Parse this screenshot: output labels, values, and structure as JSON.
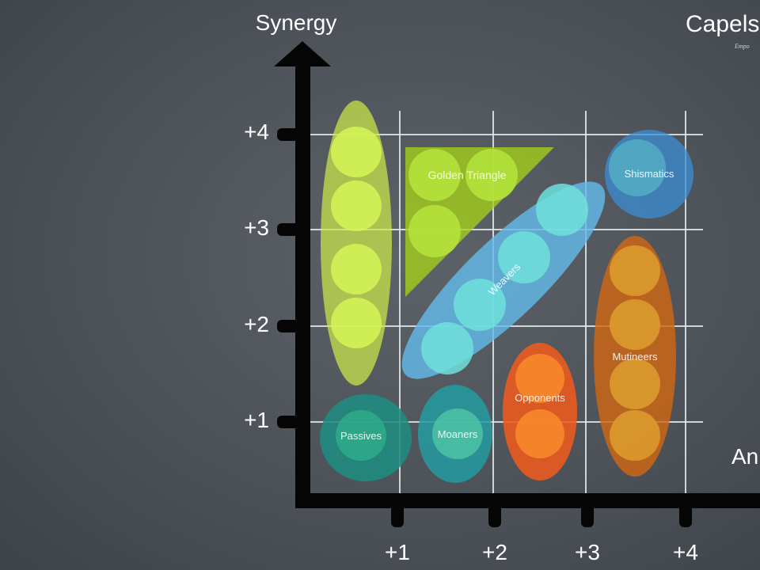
{
  "brand": {
    "title": "Capels",
    "subtitle": "Empo"
  },
  "axes": {
    "y_label": "Synergy",
    "x_label": "An",
    "x_ticks": [
      "+1",
      "+2",
      "+3",
      "+4"
    ],
    "y_ticks": [
      "+1",
      "+2",
      "+3",
      "+4"
    ]
  },
  "groups": [
    {
      "id": "golden-triangle",
      "label": "Golden Triangle",
      "color": "#a5d11a"
    },
    {
      "id": "weavers",
      "label": "Weavers",
      "color": "#62b8e6"
    },
    {
      "id": "shismatics",
      "label": "Shismatics",
      "color": "#3f8fd0"
    },
    {
      "id": "mutineers",
      "label": "Mutineers",
      "color": "#d06a12"
    },
    {
      "id": "opponents",
      "label": "Opponents",
      "color": "#ef5a1e"
    },
    {
      "id": "passives",
      "label": "Passives",
      "color": "#1f8c82"
    },
    {
      "id": "moaners",
      "label": "Moaners",
      "color": "#27a3a8"
    },
    {
      "id": "left-column",
      "label": "",
      "color": "#c9e84a"
    }
  ]
}
